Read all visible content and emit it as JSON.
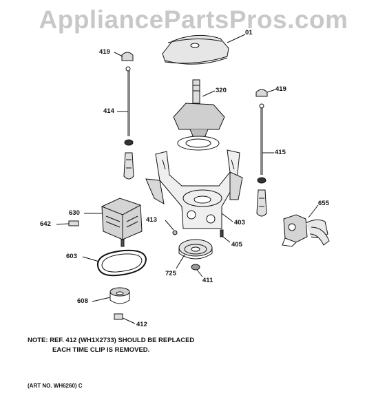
{
  "watermark": "AppliancePartsPros.com",
  "callouts": {
    "p01": "01",
    "p419a": "419",
    "p419b": "419",
    "p320": "320",
    "p414": "414",
    "p415": "415",
    "p630": "630",
    "p642": "642",
    "p413": "413",
    "p403": "403",
    "p655": "655",
    "p405": "405",
    "p603": "603",
    "p725": "725",
    "p411": "411",
    "p608": "608",
    "p412": "412"
  },
  "note": {
    "line1": "NOTE: REF. 412 (WH1X2733) SHOULD BE REPLACED",
    "line2": "EACH TIME CLIP IS REMOVED."
  },
  "art_number": "(ART NO. WH6260) C"
}
